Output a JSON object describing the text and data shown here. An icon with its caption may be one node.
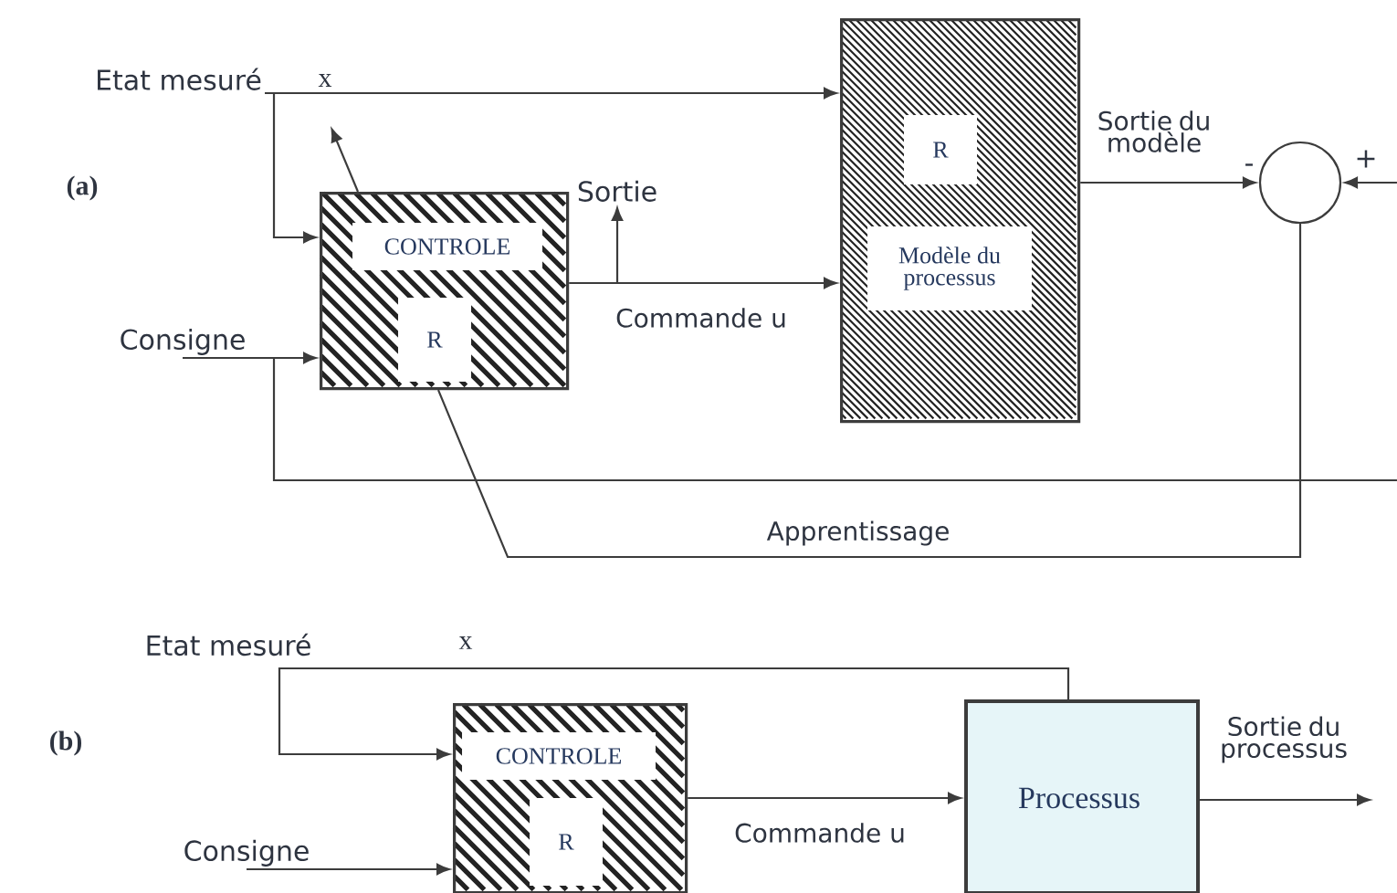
{
  "diagram": {
    "nodes": [
      {
        "text": [
          "Etat mesuré"
        ]
      },
      {
        "text": [
          "CONTROLE",
          "R"
        ]
      },
      {
        "text": [
          "Sortie"
        ]
      },
      {
        "text": [
          "R",
          "Modèle du processus"
        ]
      },
      {
        "text": [],
        "shape": "circle"
      },
      {
        "text": [
          "Consigne"
        ]
      },
      {
        "text": [
          "CONTROLE",
          "R"
        ]
      },
      {
        "text": [
          "Consigne"
        ]
      },
      {
        "text": [
          "Processus"
        ]
      }
    ],
    "edges": [
      {
        "from": 0,
        "to": 3,
        "arrow": "to"
      },
      {
        "from": 0,
        "to": 1,
        "arrow": "to"
      },
      {
        "from": 5,
        "to": 1,
        "arrow": "to"
      },
      {
        "from": 5,
        "to": null,
        "arrow": "none"
      },
      {
        "from": 1,
        "to": 3,
        "arrow": "to",
        "label": "Commande u"
      },
      {
        "from": null,
        "to": 2,
        "arrow": "to"
      },
      {
        "from": 3,
        "to": 4,
        "arrow": "to",
        "label": "Sortie du modèle"
      },
      {
        "from": null,
        "to": 4,
        "arrow": "to"
      },
      {
        "from": 4,
        "to": 1,
        "arrow": "none",
        "label": "Apprentissage"
      },
      {
        "from": 8,
        "to": 6,
        "arrow": "to"
      },
      {
        "from": 7,
        "to": 6,
        "arrow": "to"
      },
      {
        "from": 6,
        "to": 8,
        "arrow": "to",
        "label": "Commande u"
      },
      {
        "from": 8,
        "to": null,
        "arrow": "to",
        "label": "Sortie du processus"
      }
    ],
    "labels": [
      "(a)",
      "x",
      "-",
      "+",
      "Etat mesuré",
      "x",
      "(b)"
    ]
  }
}
